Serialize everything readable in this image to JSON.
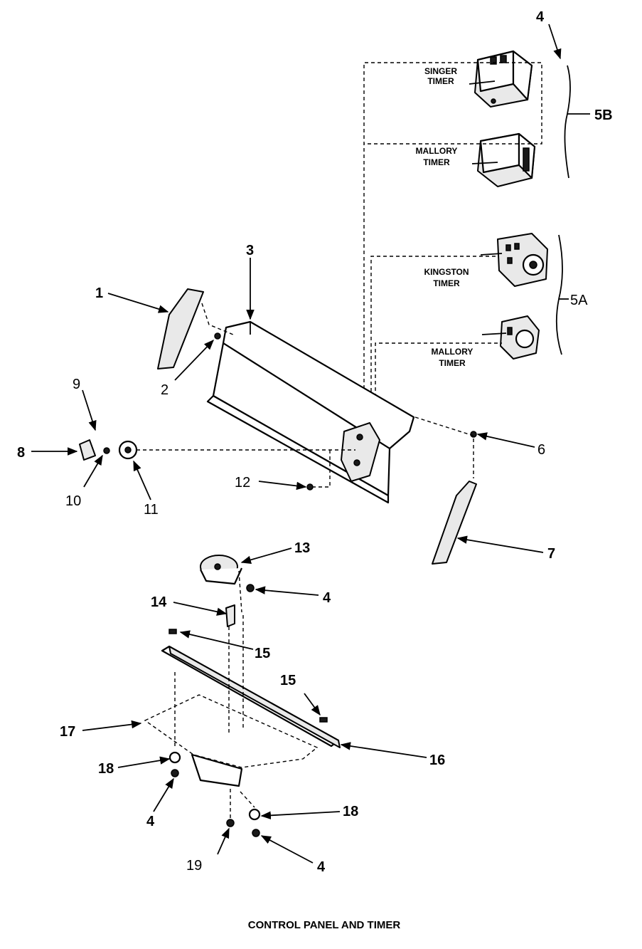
{
  "caption": "CONTROL PANEL AND TIMER",
  "timers": {
    "singer": [
      "SINGER",
      "TIMER"
    ],
    "mallory_top": [
      "MALLORY",
      "TIMER"
    ],
    "kingston": [
      "KINGSTON",
      "TIMER"
    ],
    "mallory_bottom": [
      "MALLORY",
      "TIMER"
    ]
  },
  "groups": {
    "top": "5B",
    "bottom": "5A"
  },
  "callouts": {
    "c1": "1",
    "c2": "2",
    "c3": "3",
    "c4a": "4",
    "c4b": "4",
    "c4c": "4",
    "c4d": "4",
    "c6": "6",
    "c7": "7",
    "c8": "8",
    "c9": "9",
    "c10": "10",
    "c11": "11",
    "c12": "12",
    "c13": "13",
    "c14": "14",
    "c15a": "15",
    "c15b": "15",
    "c16": "16",
    "c17": "17",
    "c18a": "18",
    "c18b": "18",
    "c19": "19"
  }
}
